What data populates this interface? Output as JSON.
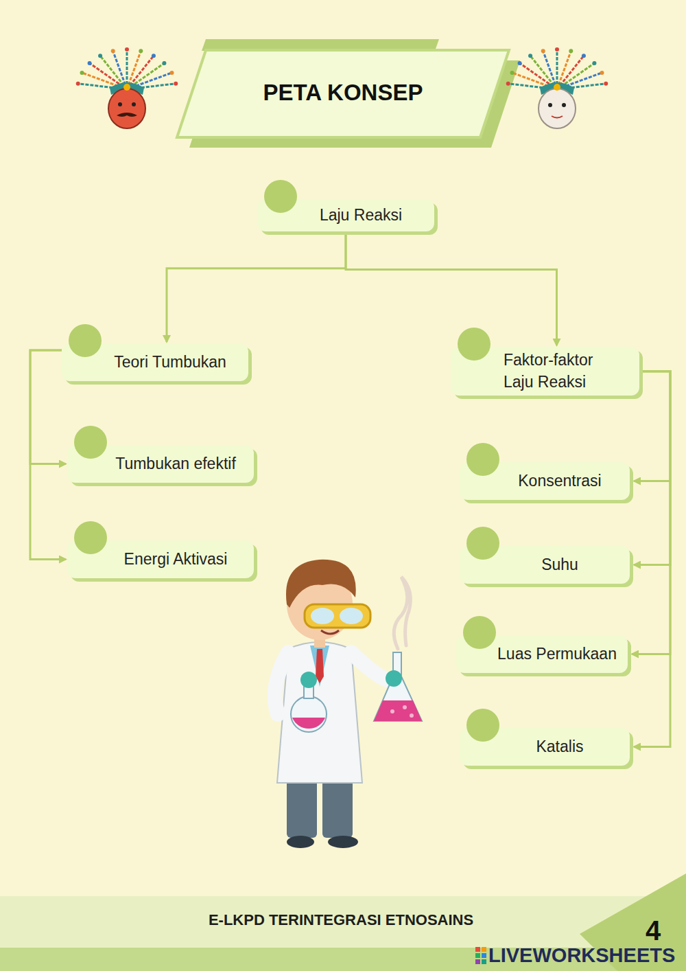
{
  "diagram": {
    "title": "PETA KONSEP",
    "nodes": [
      {
        "text": [
          "Laju Reaksi"
        ]
      },
      {
        "text": [
          "Teori Tumbukan"
        ]
      },
      {
        "text": [
          "Tumbukan efektif"
        ]
      },
      {
        "text": [
          "Energi Aktivasi"
        ]
      },
      {
        "text": [
          "Faktor-faktor Laju Reaksi"
        ]
      },
      {
        "text": [
          "Konsentrasi"
        ]
      },
      {
        "text": [
          "Suhu"
        ]
      },
      {
        "text": [
          "Luas Permukaan"
        ]
      },
      {
        "text": [
          "Katalis"
        ]
      }
    ],
    "edges": [
      {
        "from": 0,
        "to": 1,
        "arrow": "to"
      },
      {
        "from": 0,
        "to": 4,
        "arrow": "to"
      },
      {
        "from": 1,
        "to": 2,
        "arrow": "to"
      },
      {
        "from": 1,
        "to": 3,
        "arrow": "to"
      },
      {
        "from": 4,
        "to": 5,
        "arrow": "to"
      },
      {
        "from": 4,
        "to": 6,
        "arrow": "to"
      },
      {
        "from": 4,
        "to": 7,
        "arrow": "to"
      },
      {
        "from": 4,
        "to": 8,
        "arrow": "to"
      }
    ],
    "labels": [
      "E-LKPD TERINTEGRASI ETNOSAINS",
      "4",
      "LIVEWORKSHEETS"
    ]
  }
}
